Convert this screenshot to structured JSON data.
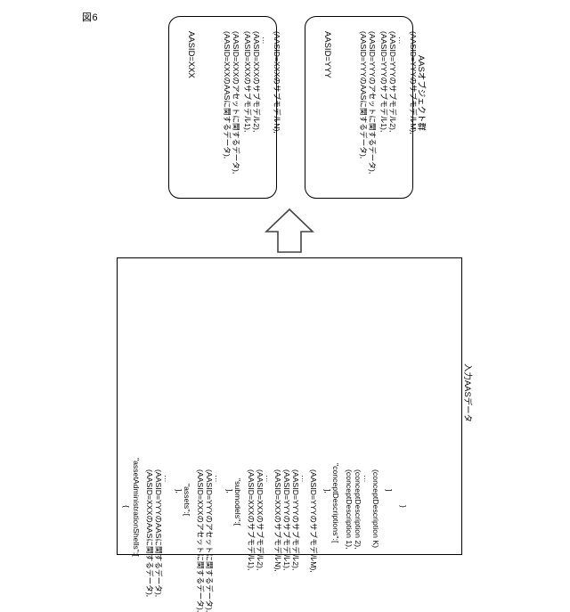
{
  "figure": {
    "number": "図6"
  },
  "aas_objects": {
    "group_label": "AASオブジェクト群",
    "boxes": [
      {
        "title": "AASID=XXX",
        "lines": [
          "(AASID=XXXのAASに関するデータ),",
          "(AASID=XXXのアセットに関するデータ),",
          "(AASID=XXXのサブモデル1),",
          "(AASID=XXXのサブモデル2),",
          "…",
          "(AASID=XXXのサブモデルN),"
        ]
      },
      {
        "title": "AASID=YYY",
        "lines": [
          "(AASID=YYYのAASに関するデータ),",
          "(AASID=YYYのアセットに関するデータ),",
          "(AASID=YYYのサブモデル1),",
          "(AASID=YYYのサブモデル2),",
          "…",
          "(AASID=YYYのサブモデルM),"
        ]
      }
    ]
  },
  "input_data": {
    "label": "入力AASデータ",
    "open_brace": "{",
    "close_brace": "}",
    "sections": [
      {
        "key": "\"assetAdministrationShells\":[",
        "items": [
          "(AASID=XXXのAASに関するデータ),",
          "(AASID=YYYのAASに関するデータ),",
          "…"
        ],
        "close": "],"
      },
      {
        "key": "\"assets\":[",
        "items": [
          "(AASID=XXXのアセットに関するデータ),",
          "(AASID=YYYのアセットに関するデータ),",
          "…"
        ],
        "close": "],"
      },
      {
        "key": "\"submodels\":[",
        "items": [
          "(AASID=XXXのサブモデル1),",
          "(AASID=XXXのサブモデル2),",
          "…",
          "(AASID=XXXのサブモデルN),",
          "(AASID=YYYのサブモデル1),",
          "(AASID=YYYのサブモデル2),",
          "…",
          "(AASID=YYYのサブモデルM),"
        ],
        "close": "],"
      },
      {
        "key": "\"conceptDescriptions\":[",
        "items": [
          "(conceptDescription 1),",
          "(conceptDescription 2),",
          "…",
          "(conceptDescription K)"
        ],
        "close": "]"
      }
    ]
  },
  "arrow": {
    "name": "up-arrow",
    "direction": "up"
  },
  "colors": {
    "stroke": "#000000",
    "background": "#ffffff"
  }
}
